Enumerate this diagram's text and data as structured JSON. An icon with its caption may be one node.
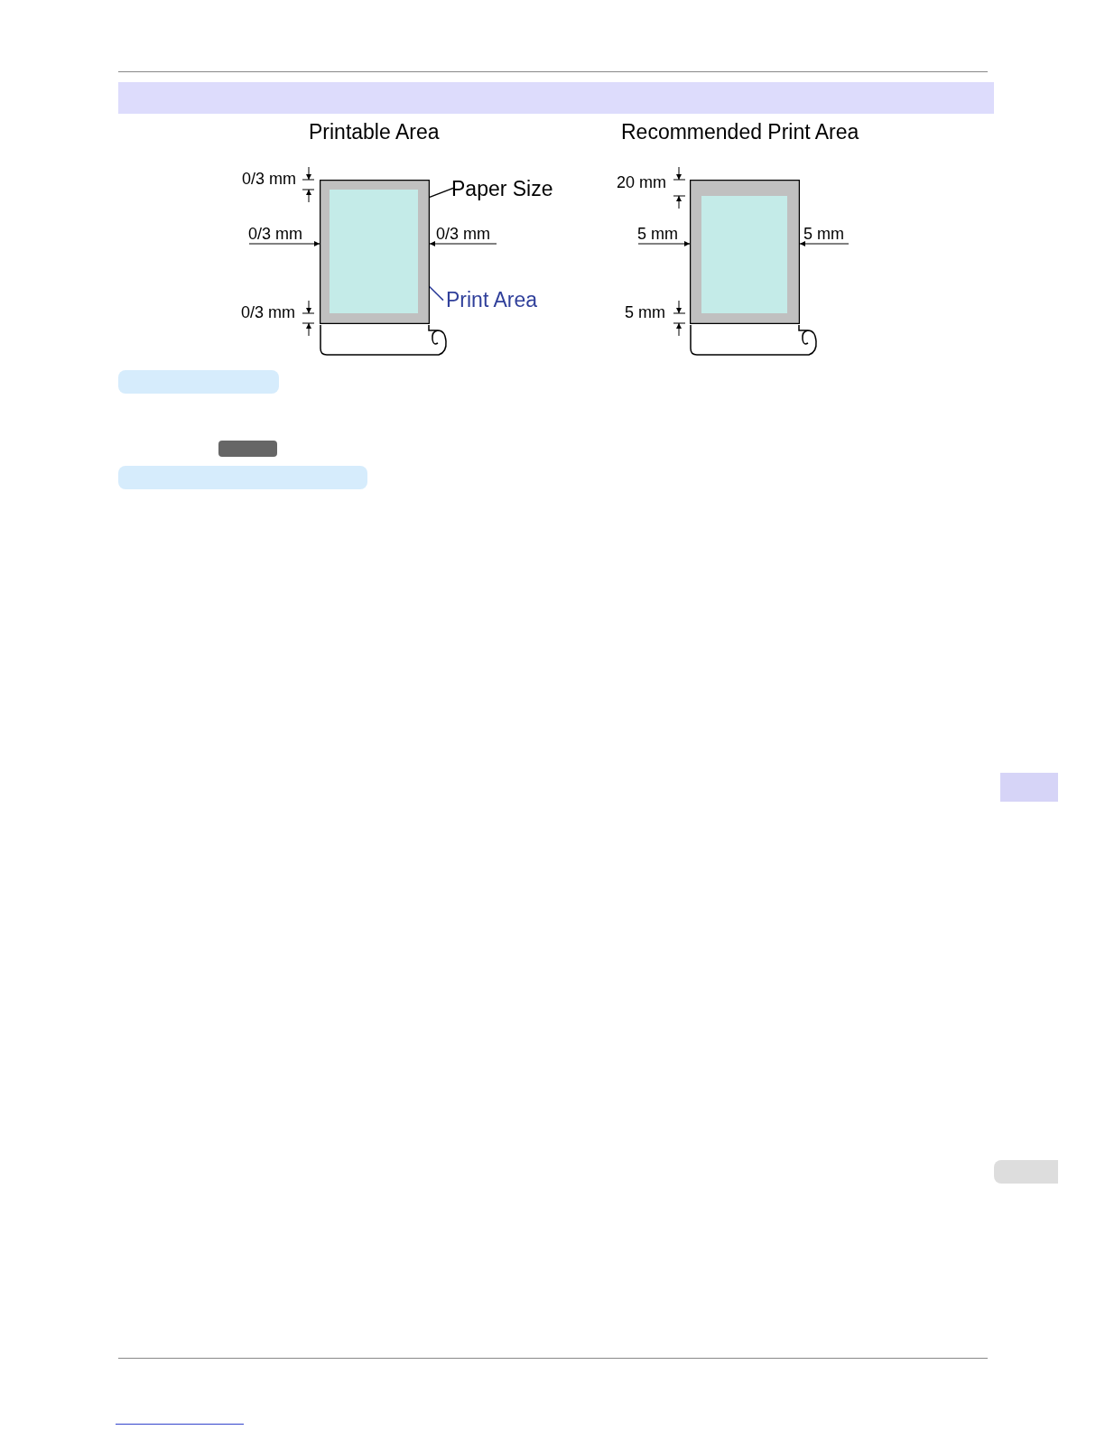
{
  "diagram": {
    "nodes": [
      {
        "text": [],
        "shape": "box"
      },
      {
        "text": [],
        "shape": "box",
        "in": 0
      },
      {
        "text": [
          "Paper Size"
        ]
      },
      {
        "text": [
          "Print Area"
        ]
      },
      {
        "text": [],
        "shape": "box"
      },
      {
        "text": [],
        "shape": "box",
        "in": 4
      },
      {
        "text": [],
        "shape": "bar"
      },
      {
        "text": [],
        "shape": "bar"
      },
      {
        "text": [],
        "shape": "bar"
      }
    ],
    "edges": [
      {
        "from": 2,
        "to": 0,
        "arrow": "none"
      },
      {
        "from": 3,
        "to": 1,
        "arrow": "none",
        "color": "#2f3f9a"
      }
    ],
    "labels": [
      "Printable Area",
      "Recommended Print Area",
      "0/3 mm",
      "0/3 mm",
      "0/3 mm",
      "0/3 mm",
      "20 mm",
      "5 mm",
      "5 mm",
      "5 mm"
    ]
  }
}
